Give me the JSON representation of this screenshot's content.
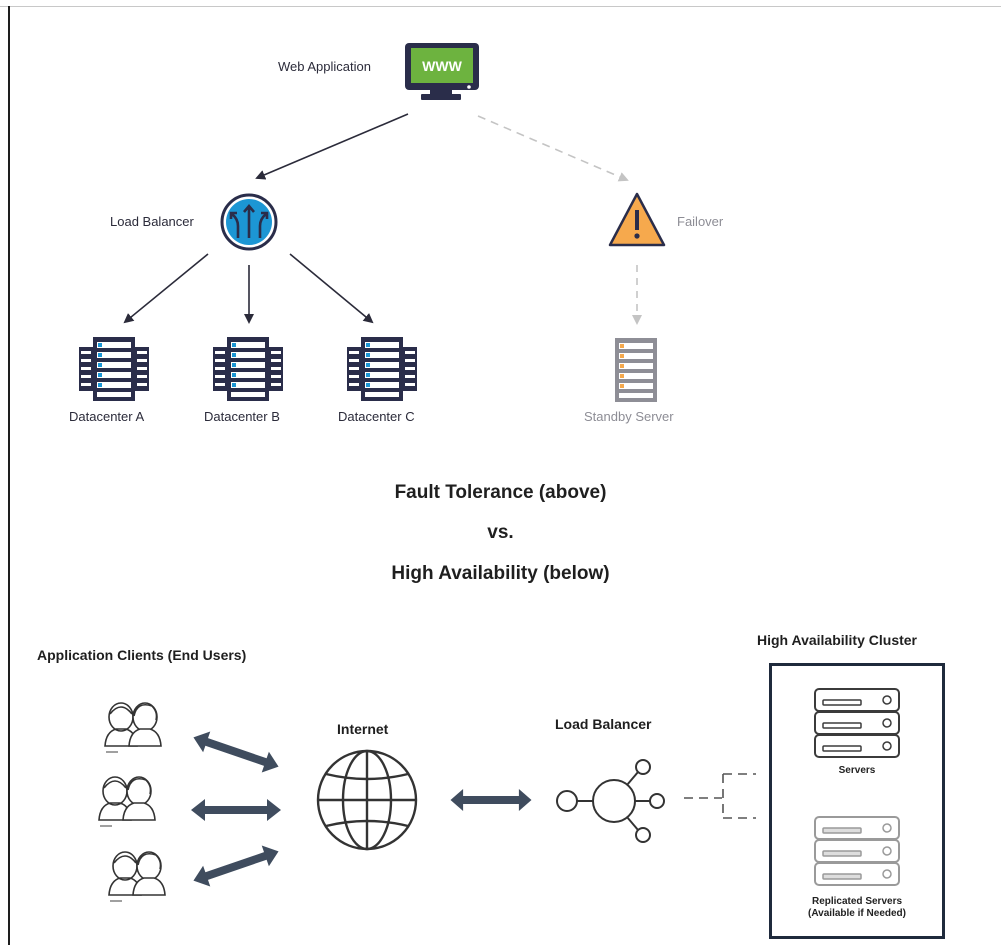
{
  "fault_tolerance": {
    "web_app": {
      "label": "Web Application",
      "screen_text": "WWW"
    },
    "load_balancer": {
      "label": "Load Balancer"
    },
    "failover": {
      "label": "Failover"
    },
    "datacenters": [
      "Datacenter A",
      "Datacenter B",
      "Datacenter C"
    ],
    "standby_server": {
      "label": "Standby Server"
    }
  },
  "comparison": {
    "line1": "Fault Tolerance (above)",
    "line2": "vs.",
    "line3": "High Availability (below)"
  },
  "high_availability": {
    "clients_label": "Application Clients (End Users)",
    "internet_label": "Internet",
    "load_balancer_label": "Load Balancer",
    "cluster_title": "High Availability Cluster",
    "servers_label": "Servers",
    "replicated_line1": "Replicated Servers",
    "replicated_line2": "(Available if Needed)"
  },
  "colors": {
    "navy": "#2a2d4a",
    "accent_green": "#6db33f",
    "balancer_blue": "#1c96d4",
    "warning_orange": "#f6a94d",
    "arrow_gray": "#3f4c5e",
    "dashed_gray": "#c4c4c4"
  }
}
